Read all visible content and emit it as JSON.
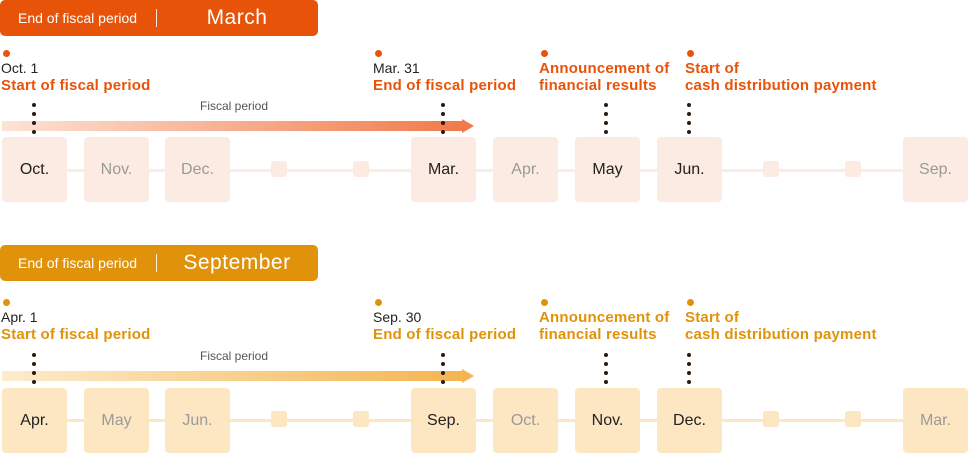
{
  "colors": {
    "march_accent": "#e8530a",
    "march_box": "#fcebe2",
    "march_track": "#fcebe2",
    "september_accent": "#e0930a",
    "september_box": "#fde6c2",
    "september_track": "#fde6c2",
    "active_text": "#222222",
    "inactive_text": "#9a9a9a"
  },
  "panels": [
    {
      "badge": {
        "label": "End of fiscal period",
        "month": "March"
      },
      "fiscal_period_label": "Fiscal period",
      "markers": {
        "start": {
          "date": "Oct. 1",
          "title": "Start of fiscal period"
        },
        "end": {
          "date": "Mar. 31",
          "title": "End of fiscal period"
        },
        "announcement": {
          "title_line1": "Announcement of",
          "title_line2": "financial results"
        },
        "distribution": {
          "title_line1": "Start of",
          "title_line2": "cash distribution payment"
        }
      },
      "months": [
        "Oct.",
        "Nov.",
        "Dec.",
        "Mar.",
        "Apr.",
        "May",
        "Jun.",
        "Sep."
      ]
    },
    {
      "badge": {
        "label": "End of fiscal period",
        "month": "September"
      },
      "fiscal_period_label": "Fiscal period",
      "markers": {
        "start": {
          "date": "Apr. 1",
          "title": "Start of fiscal period"
        },
        "end": {
          "date": "Sep. 30",
          "title": "End of fiscal period"
        },
        "announcement": {
          "title_line1": "Announcement of",
          "title_line2": "financial results"
        },
        "distribution": {
          "title_line1": "Start of",
          "title_line2": "cash distribution payment"
        }
      },
      "months": [
        "Apr.",
        "May",
        "Jun.",
        "Sep.",
        "Oct.",
        "Nov.",
        "Dec.",
        "Mar."
      ]
    }
  ]
}
